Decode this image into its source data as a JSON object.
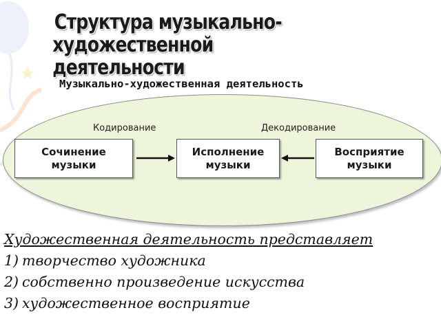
{
  "title": {
    "line1": "Структура музыкально-",
    "line2": "художественной деятельности"
  },
  "diagram": {
    "caption": "Музыкально-художественная деятельность",
    "phase_left": "Кодирование",
    "phase_right": "Декодирование",
    "boxes": [
      {
        "line1": "Сочинение",
        "line2": "музыки"
      },
      {
        "line1": "Исполнение",
        "line2": "музыки"
      },
      {
        "line1": "Восприятие",
        "line2": "музыки"
      }
    ],
    "ellipse_color": "#edf6da"
  },
  "text": {
    "heading": "Художественная деятельность представляет",
    "items": [
      {
        "num": "1)",
        "text": "творчество художника"
      },
      {
        "num": "2)",
        "text": "собственно произведение искусства"
      },
      {
        "num": "3)",
        "text": "художественное восприятие"
      }
    ]
  }
}
